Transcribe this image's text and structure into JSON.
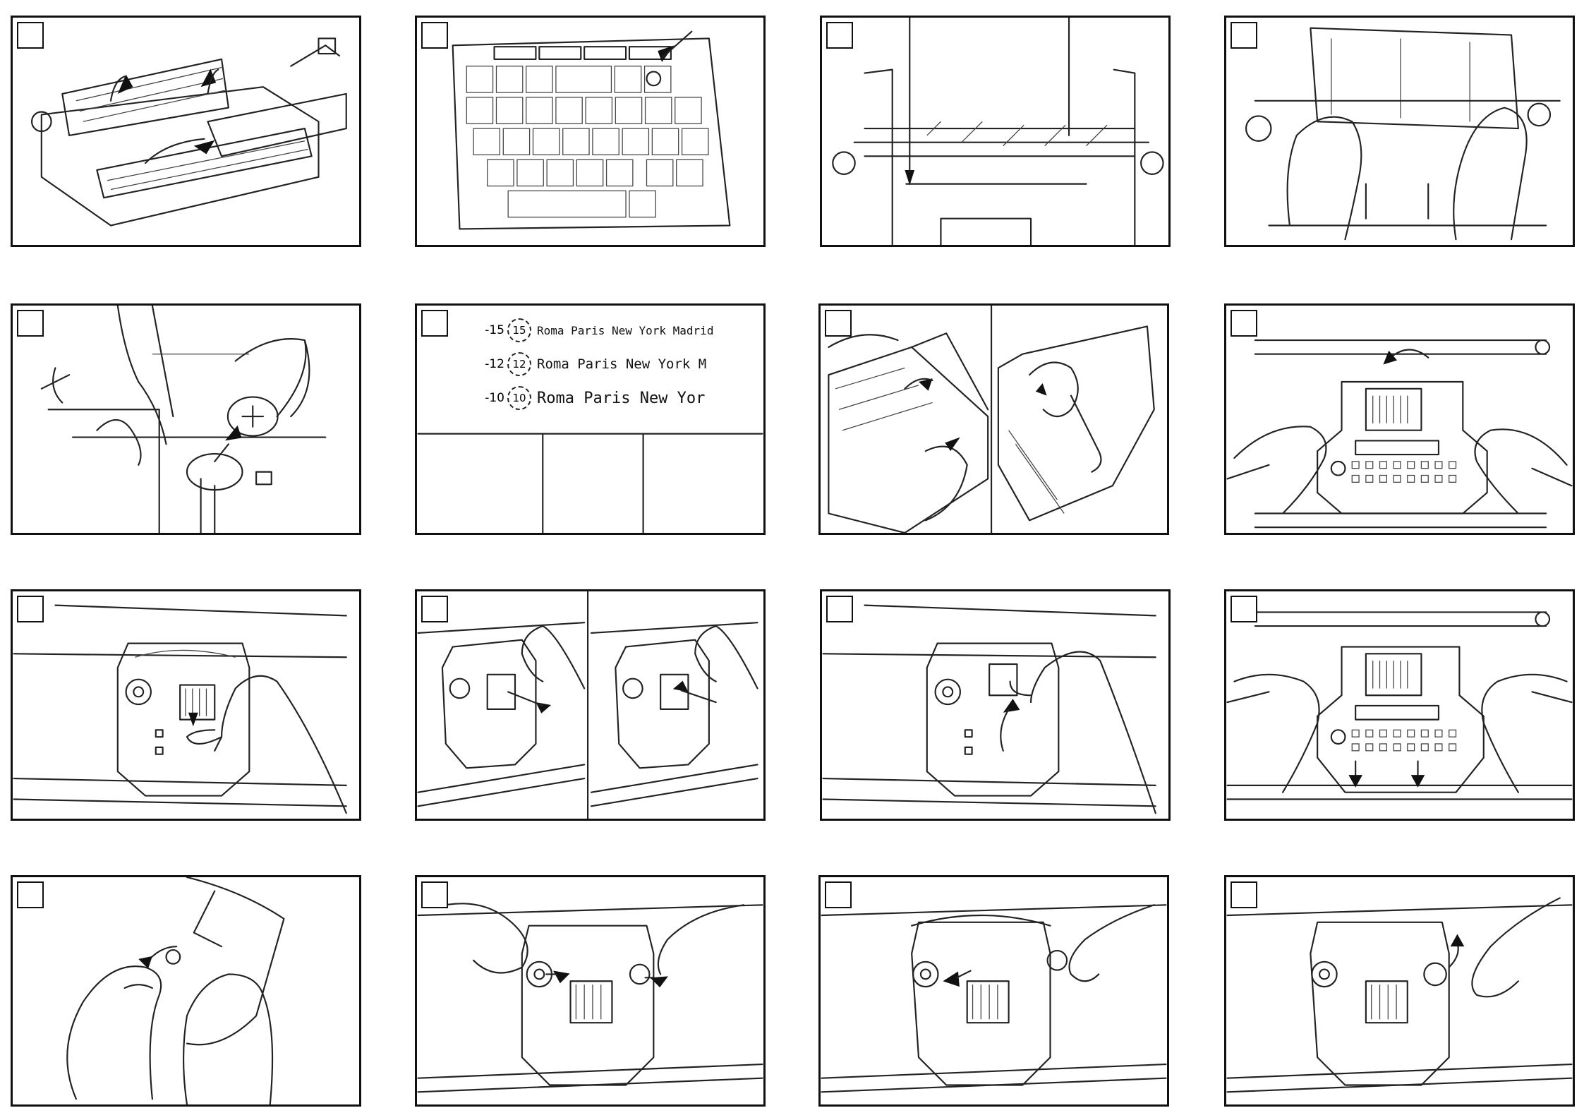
{
  "samples": [
    {
      "pitch": "-15",
      "wheel": "15",
      "text": "Roma Paris New York Madrid"
    },
    {
      "pitch": "-12",
      "wheel": "12",
      "text": "Roma Paris New York M"
    },
    {
      "pitch": "-10",
      "wheel": "10",
      "text": "Roma Paris New Yor"
    }
  ]
}
